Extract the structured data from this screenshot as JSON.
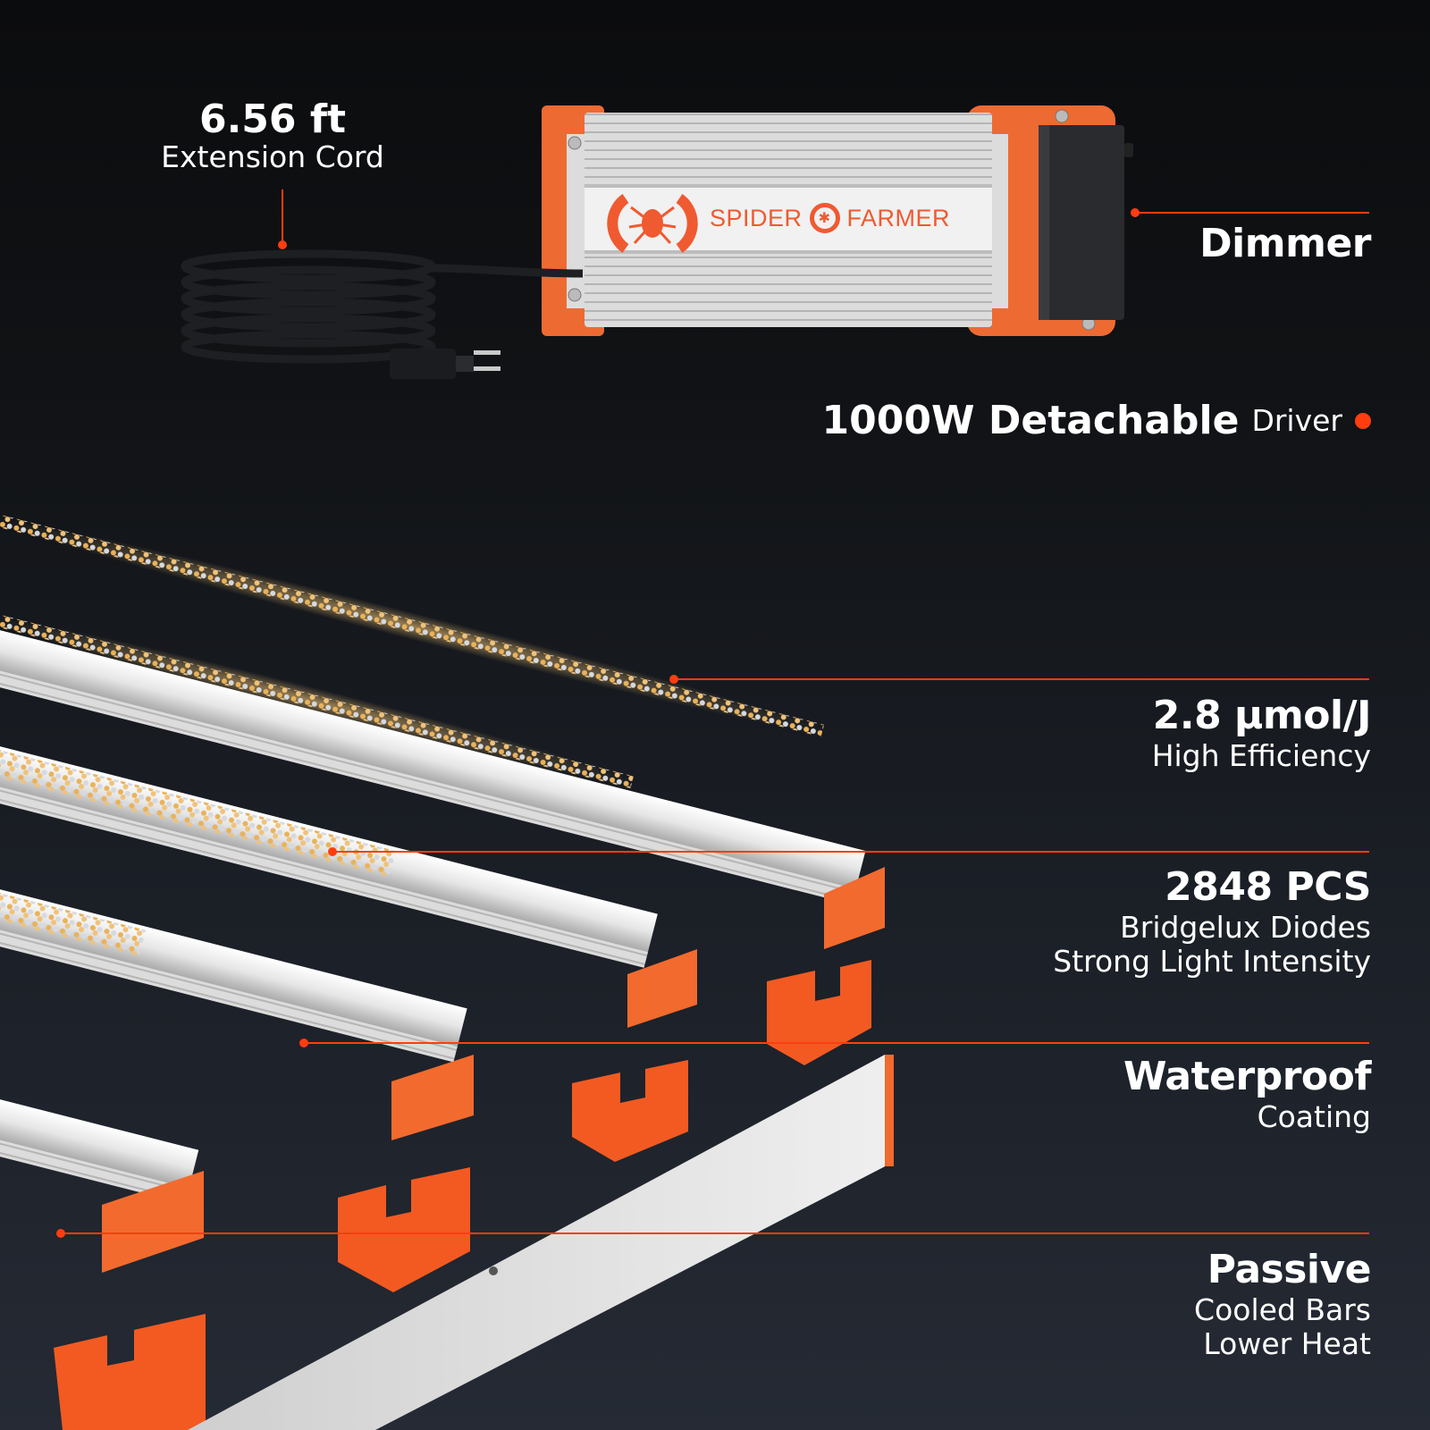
{
  "brand": {
    "name_left": "SPIDER",
    "name_right": "FARMER",
    "logo_icon": "spider-icon",
    "accent_color": "#ff3d0f",
    "clip_color": "#f26a2e"
  },
  "callouts": {
    "cord": {
      "title": "6.56 ft",
      "subtitle": "Extension Cord"
    },
    "dimmer": {
      "title": "Dimmer"
    },
    "driver": {
      "title": "1000W Detachable",
      "subtitle": "Driver"
    },
    "efficiency": {
      "title": "2.8 µmol/J",
      "subtitle": "High Efficiency"
    },
    "diodes": {
      "title": "2848 PCS",
      "line1": "Bridgelux Diodes",
      "line2": "Strong Light Intensity"
    },
    "waterproof": {
      "title": "Waterproof",
      "subtitle": "Coating"
    },
    "passive": {
      "title": "Passive",
      "line1": "Cooled Bars",
      "line2": "Lower Heat"
    }
  }
}
